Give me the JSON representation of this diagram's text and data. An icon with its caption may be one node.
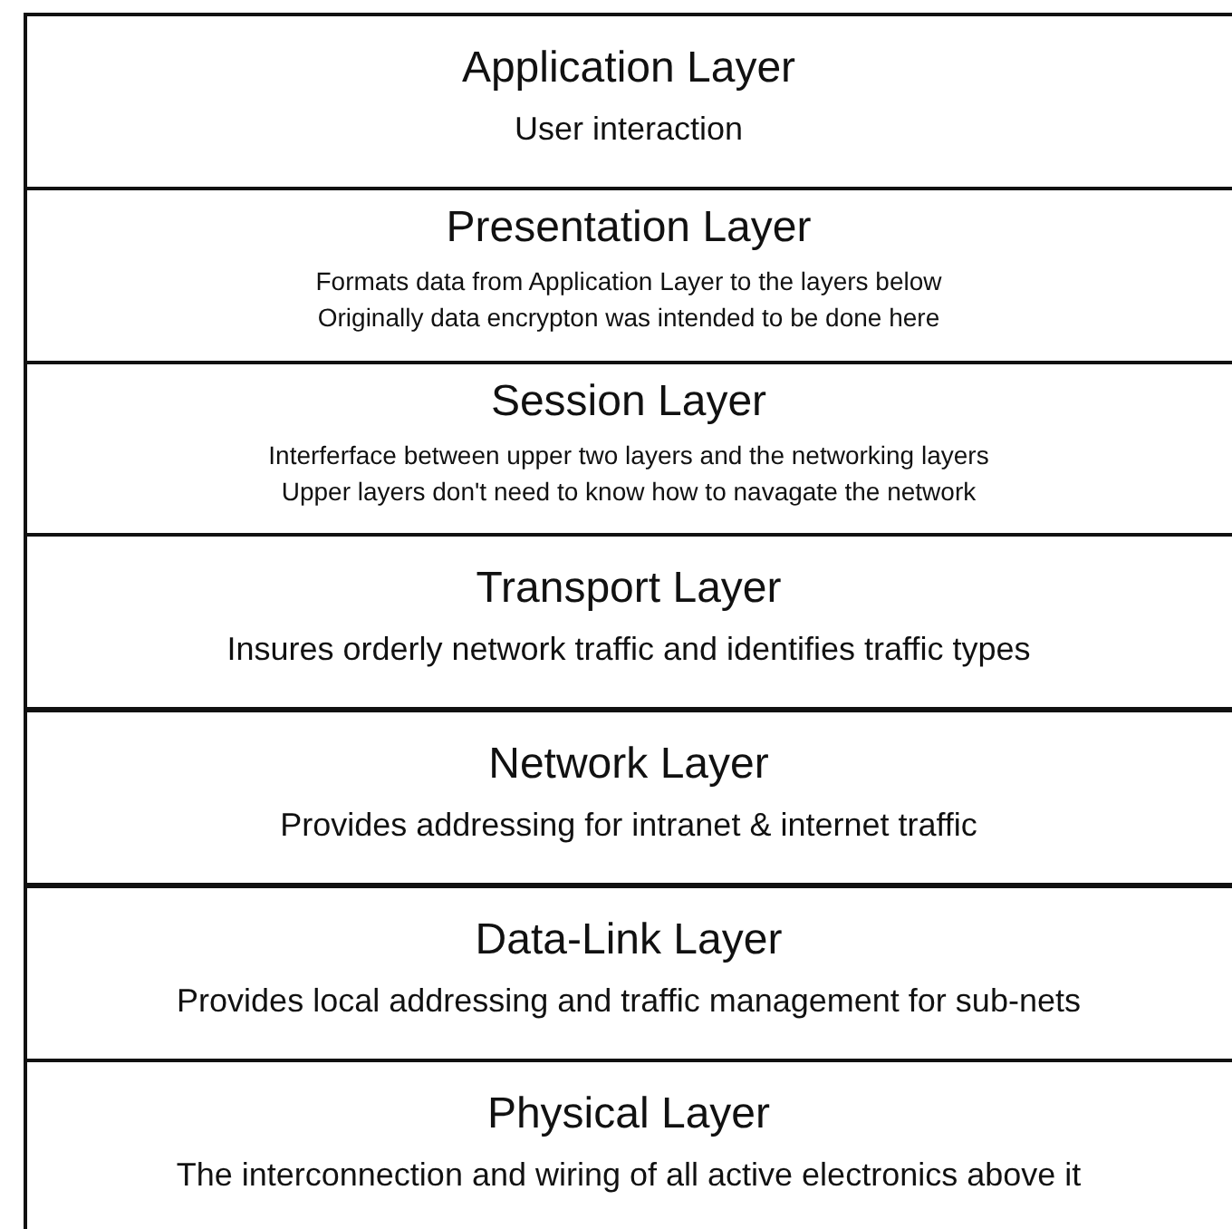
{
  "diagram": {
    "nodes": [
      {
        "text": [
          "Application Layer",
          "User interaction"
        ]
      },
      {
        "text": [
          "Presentation Layer",
          "Formats data from Application Layer to the layers below",
          "Originally data encrypton was intended to be done here"
        ]
      },
      {
        "text": [
          "Session Layer",
          "Interferface between upper two layers and the networking layers",
          "Upper layers don't need to know how to navagate the network"
        ]
      },
      {
        "text": [
          "Transport Layer",
          "Insures orderly network traffic and identifies traffic types"
        ]
      },
      {
        "text": [
          "Network Layer",
          "Provides addressing for intranet & internet traffic"
        ]
      },
      {
        "text": [
          "Data-Link Layer",
          "Provides local addressing and traffic management for sub-nets"
        ]
      },
      {
        "text": [
          "Physical Layer",
          "The interconnection and wiring of all active electronics above it"
        ]
      }
    ]
  }
}
